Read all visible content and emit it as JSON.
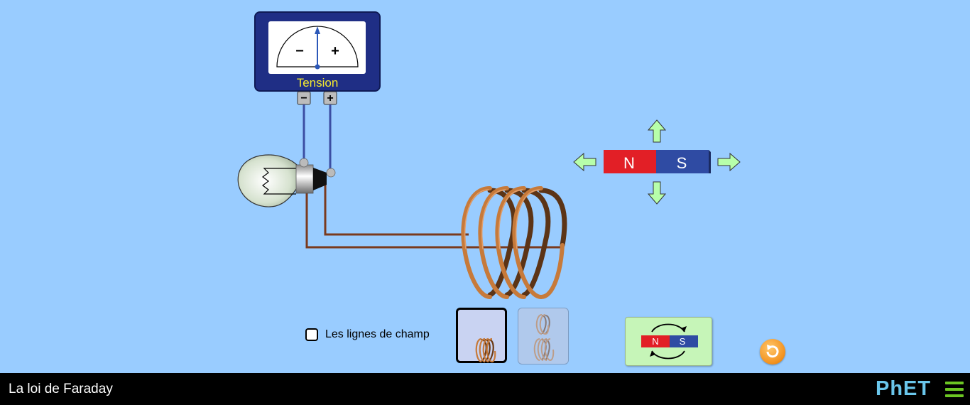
{
  "voltmeter": {
    "label": "Tension",
    "minus_symbol": "−",
    "plus_symbol": "+",
    "terminal_minus": "−",
    "terminal_plus": "+"
  },
  "magnet": {
    "north": "N",
    "south": "S",
    "north_color": "#E21F26",
    "south_color": "#2F4BA3"
  },
  "controls": {
    "field_lines_label": "Les lignes de champ",
    "field_lines_checked": false,
    "coil_options": [
      "one-coil",
      "two-coils"
    ],
    "selected_coil": "one-coil",
    "flip_magnet_n": "N",
    "flip_magnet_s": "S"
  },
  "navbar": {
    "title": "La loi de Faraday",
    "logo": "PhET"
  },
  "colors": {
    "background": "#99CCFF",
    "arrow_green": "#B7FFAA",
    "copper": "#C77A3A",
    "wire_blue": "#3B4EA3",
    "wire_brown": "#7A3A1E"
  }
}
